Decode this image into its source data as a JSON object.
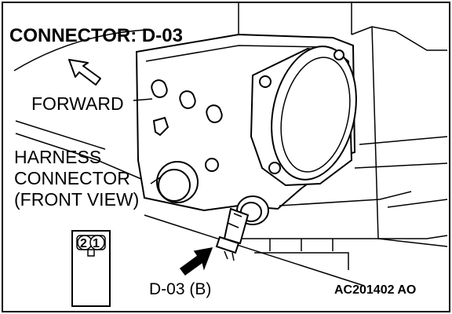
{
  "title": "CONNECTOR: D-03",
  "forward_label": "FORWARD",
  "harness_label": [
    "HARNESS",
    "CONNECTOR",
    "(FRONT VIEW)"
  ],
  "connector_pins": [
    "2",
    "1"
  ],
  "connector_callout": "D-03 (B)",
  "figure_code": "AC201402 AO",
  "colors": {
    "line": "#000000",
    "background": "#ffffff"
  },
  "icons": [
    "forward-arrow-icon",
    "pointer-arrow-icon"
  ]
}
